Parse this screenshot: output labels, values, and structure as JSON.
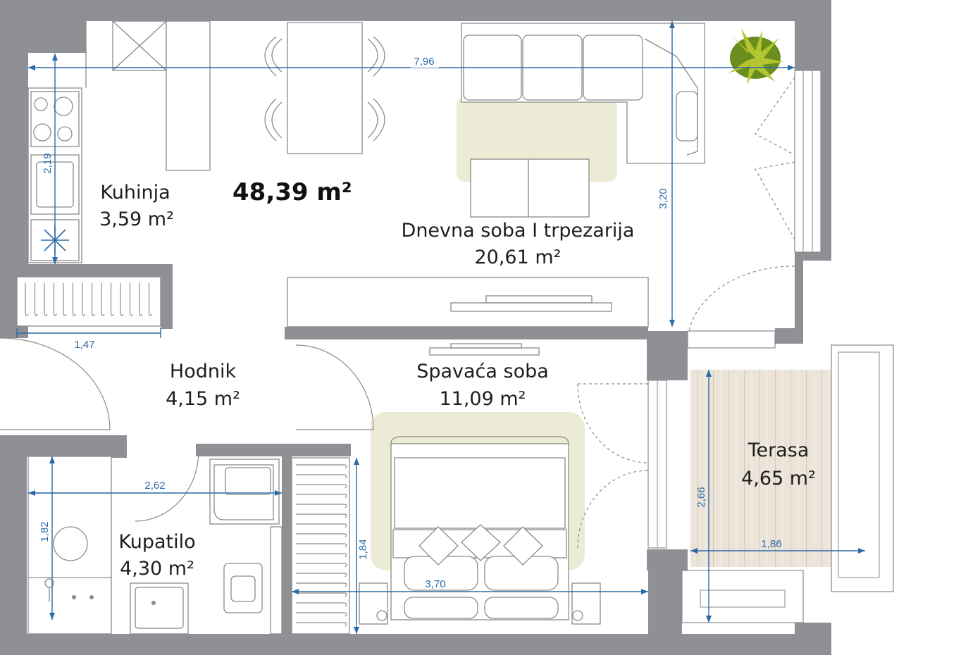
{
  "plan": {
    "total_area": "48,39 m²",
    "colors": {
      "wall": "#8f9095",
      "dimension": "#2b6aa8",
      "rug": "#ecebd6",
      "bed_rug": "#ecebd6",
      "terrace_floor": "#ece4d9",
      "plant": "#6a8e1c"
    },
    "rooms": {
      "kuhinja": {
        "name": "Kuhinja",
        "area": "3,59 m²"
      },
      "dnevna": {
        "name": "Dnevna soba I trpezarija",
        "area": "20,61 m²"
      },
      "hodnik": {
        "name": "Hodnik",
        "area": "4,15 m²"
      },
      "spavaca": {
        "name": "Spavaća soba",
        "area": "11,09 m²"
      },
      "terasa": {
        "name": "Terasa",
        "area": "4,65 m²"
      },
      "kupatilo": {
        "name": "Kupatilo",
        "area": "4,30 m²"
      }
    },
    "dimensions": {
      "top_width": "7,96",
      "living_height": "3,20",
      "kitchen_height": "2,19",
      "hall_width": "1,47",
      "bath_width": "2,62",
      "bath_height": "1,82",
      "bedroom_height": "1,84",
      "bedroom_width": "3,70",
      "terrace_height": "2,66",
      "terrace_width": "1,86"
    },
    "icons": [
      "snowflake-icon",
      "plant-icon",
      "stove-icon",
      "sink-icon",
      "toilet-icon",
      "washer-icon"
    ]
  }
}
